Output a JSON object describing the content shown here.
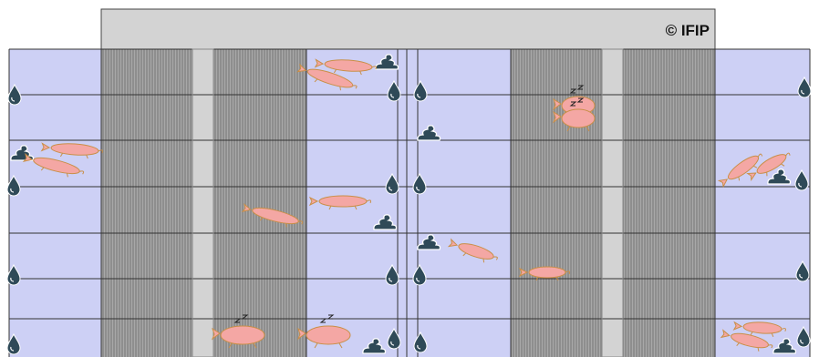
{
  "credit": "© IFIP",
  "colors": {
    "corridor": "#d3d3d3",
    "pen_floor": "#cdd0f5",
    "slatted": "#8e8e8e",
    "wall": "#555555",
    "pig_body": "#f4a7a4",
    "pig_outline": "#c98f48",
    "dropping": "#2f4a58",
    "water": "#2f4a58",
    "outline": "#444444"
  },
  "layout": {
    "bands": [
      {
        "name": "band-solid-left",
        "kind": "solid"
      },
      {
        "name": "band-slatted-1",
        "kind": "slatted"
      },
      {
        "name": "band-aisle-1",
        "kind": "aisle"
      },
      {
        "name": "band-slatted-2",
        "kind": "slatted"
      },
      {
        "name": "band-solid-2",
        "kind": "solid"
      },
      {
        "name": "band-solid-3",
        "kind": "solid"
      },
      {
        "name": "band-slatted-3",
        "kind": "slatted"
      },
      {
        "name": "band-aisle-2",
        "kind": "aisle"
      },
      {
        "name": "band-slatted-4",
        "kind": "slatted"
      },
      {
        "name": "band-solid-right",
        "kind": "solid"
      }
    ],
    "pen_rows": 7
  },
  "icons": {
    "pig": "pig-icon",
    "sleeping_pig": "sleeping-pig-icon",
    "dropping": "dropping-icon",
    "drinker": "water-drop-icon"
  }
}
